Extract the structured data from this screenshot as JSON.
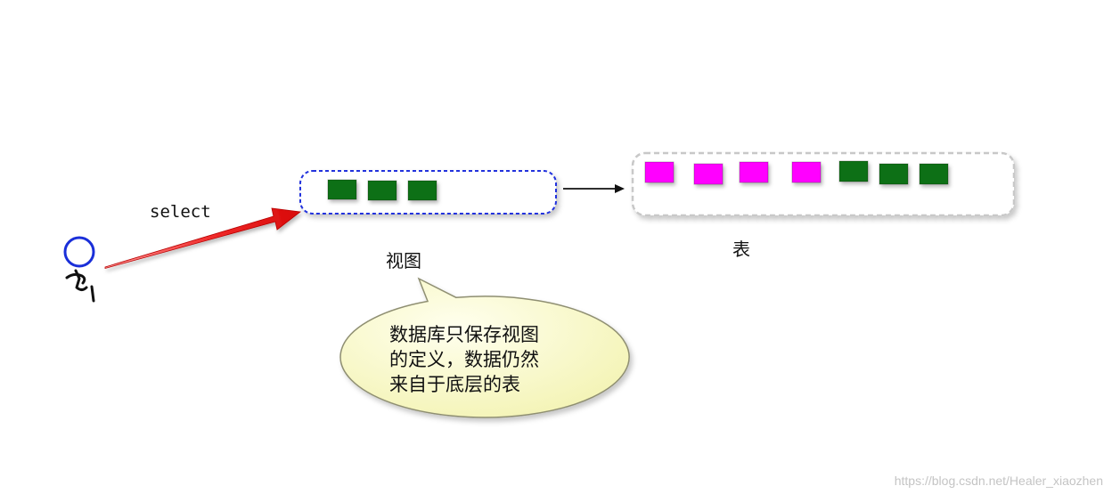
{
  "user": {
    "icon": "stick-figure-icon",
    "head_color": "#1a2fd9",
    "body_color": "#111111"
  },
  "query": {
    "label": "select",
    "arrow_color": "#e8141e"
  },
  "view": {
    "label": "视图",
    "border_color": "#2233dd",
    "blocks": [
      "#0b7016",
      "#0b7016",
      "#0b7016"
    ]
  },
  "link_arrow": {
    "color": "#111111"
  },
  "table": {
    "label": "表",
    "border_color": "#c8c8c8",
    "blocks": [
      "#ff00ff",
      "#ff00ff",
      "#ff00ff",
      "#ff00ff",
      "#0b7016",
      "#0b7016",
      "#0b7016"
    ]
  },
  "callout": {
    "lines": [
      "数据库只保存视图",
      "的定义，数据仍然",
      "来自于底层的表"
    ],
    "fill": "#fbfbc4",
    "border_color": "#8f8f72"
  },
  "watermark": "https://blog.csdn.net/Healer_xiaozhen"
}
